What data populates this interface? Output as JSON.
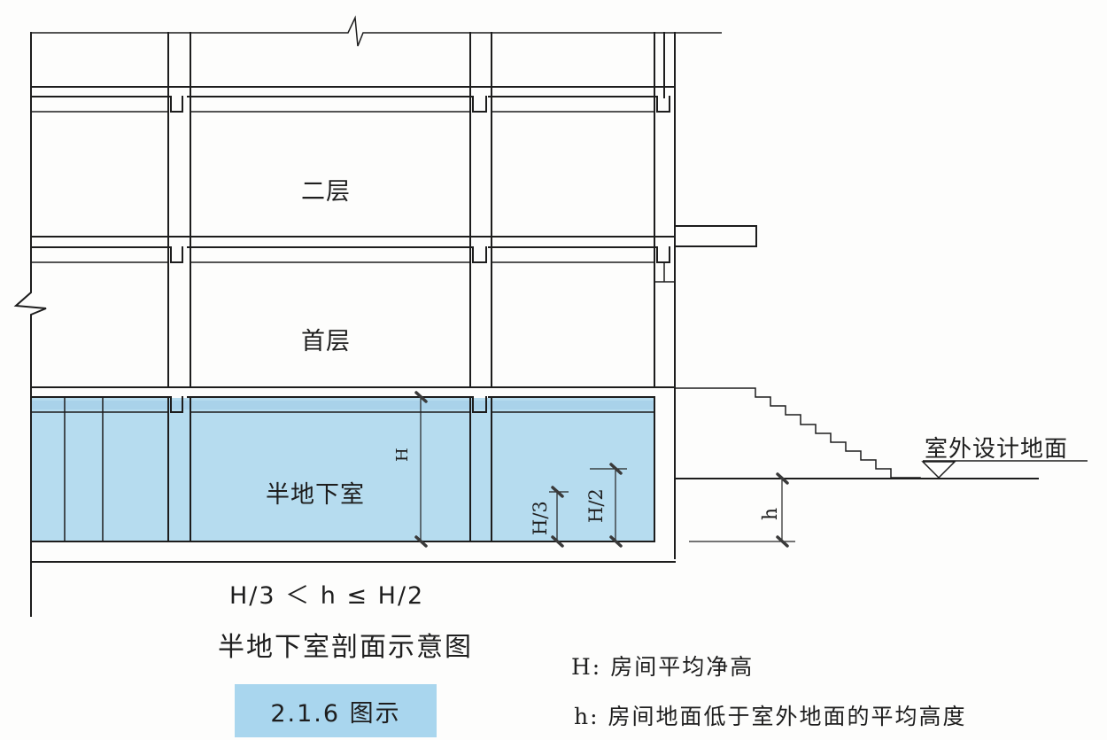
{
  "figure": {
    "floors": {
      "second": "二层",
      "first": "首层",
      "semi_basement": "半地下室"
    },
    "dimensions": {
      "H": "H",
      "H_third": "H/3",
      "H_half": "H/2",
      "h": "h"
    },
    "ground_label": "室外设计地面",
    "formula": "H/3 ＜ h ≤ H/2",
    "caption": "半地下室剖面示意图",
    "badge": "2.1.6 图示",
    "legend": [
      {
        "symbol": "H:",
        "text": "房间平均净高"
      },
      {
        "symbol": "h:",
        "text": "房间地面低于室外地面的平均高度"
      }
    ],
    "colors": {
      "basement_fill": "#b6dcef",
      "badge_fill": "#a9d6ee",
      "line": "#1d1d1d"
    }
  }
}
